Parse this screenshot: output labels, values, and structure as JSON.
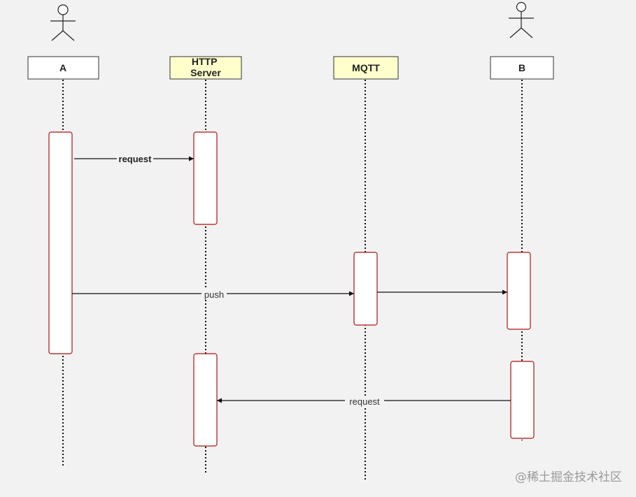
{
  "participants": {
    "a": {
      "label": "A",
      "fill": "#ffffff"
    },
    "http": {
      "label": "HTTP Server",
      "label_line1": "HTTP",
      "label_line2": "Server",
      "fill": "#ffffcc"
    },
    "mqtt": {
      "label": "MQTT",
      "fill": "#ffffcc"
    },
    "b": {
      "label": "B",
      "fill": "#ffffff"
    }
  },
  "messages": {
    "m1": {
      "label": "request",
      "from": "A",
      "to": "HTTP Server"
    },
    "m2": {
      "label": "push",
      "from": "A",
      "to": "MQTT"
    },
    "m3": {
      "label": "",
      "from": "MQTT",
      "to": "B"
    },
    "m4": {
      "label": "request",
      "from": "B",
      "to": "HTTP Server"
    }
  },
  "colors": {
    "activation_border": "#b01010",
    "lifeline": "#111111",
    "arrow": "#111111",
    "box_border": "#333333"
  },
  "watermark": "@稀土掘金技术社区"
}
